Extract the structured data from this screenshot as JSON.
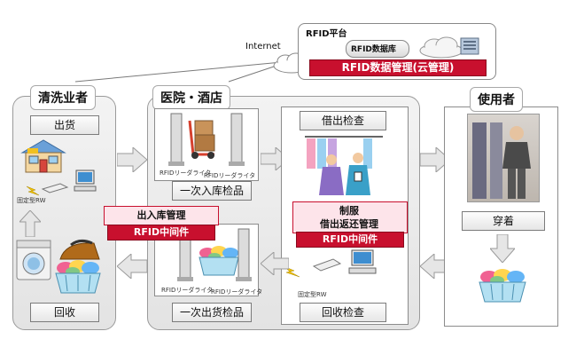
{
  "platform": {
    "title": "RFID平台",
    "db_label": "RFID数据库",
    "management_label": "RFID数据管理(云管理)"
  },
  "internet_label": "Internet",
  "sections": {
    "laundry": {
      "title": "清洗业者",
      "ship_label": "出货",
      "collect_label": "回收",
      "reader_caption": "固定型RW"
    },
    "hospital": {
      "title": "医院・酒店",
      "first_inbound_label": "一次入库检品",
      "first_outbound_label": "一次出货检品",
      "lend_check_label": "借出检查",
      "return_check_label": "回收检查",
      "reader_caption_1": "RFIDリーダライタ",
      "reader_caption_2": "RFIDリーダライタ",
      "reader_caption_3": "RFIDリーダライタ",
      "reader_caption_4": "RFIDリーダライタ",
      "fixed_rw_caption": "固定型RW",
      "inout_mgmt_title": "出入库管理",
      "inout_mgmt_middleware": "RFID中间件",
      "uniform_title_1": "制服",
      "uniform_title_2": "借出返还管理",
      "uniform_middleware": "RFID中间件"
    },
    "user": {
      "title": "使用者",
      "wear_label": "穿着"
    }
  },
  "colors": {
    "accent_red": "#c8102e",
    "pink_fill": "#fde4ea",
    "panel_gray": "#e6e6e6"
  }
}
